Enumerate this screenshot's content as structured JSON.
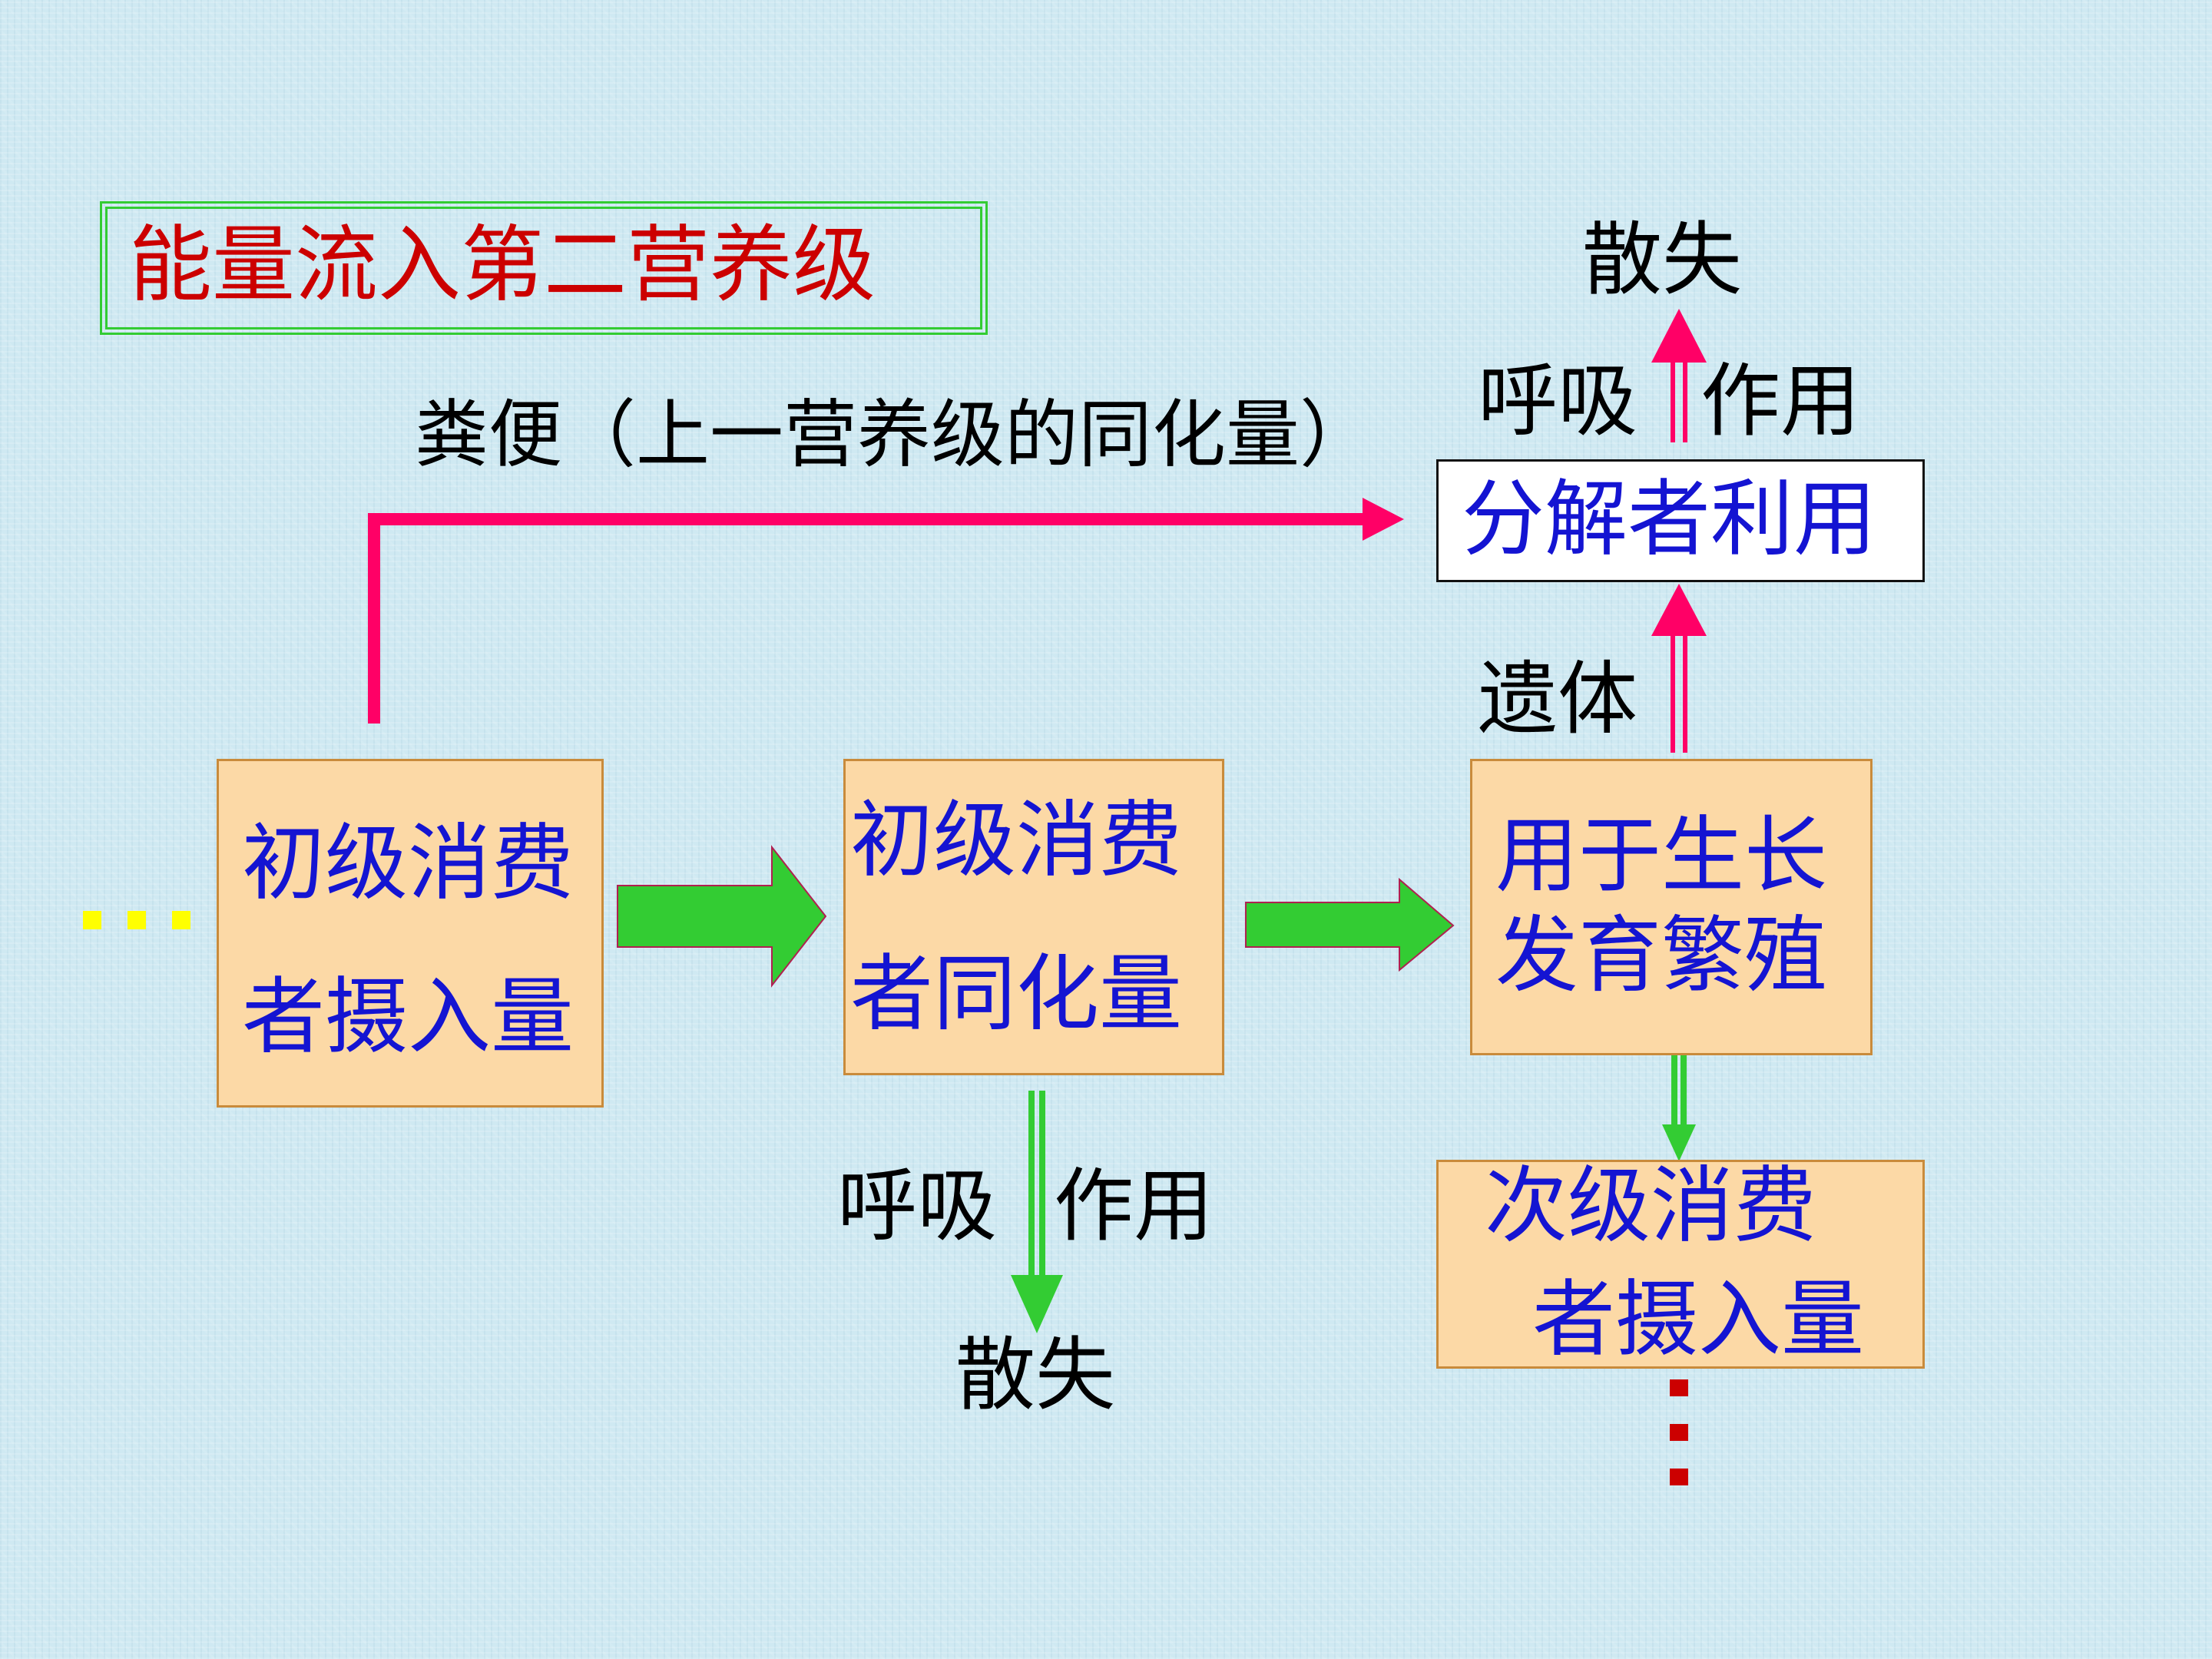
{
  "title": "能量流入第二营养级",
  "feces_label": "粪便（上一营养级的同化量）",
  "boxes": {
    "primary_intake": [
      "初级消费",
      "者摄入量"
    ],
    "primary_assimilation": [
      "初级消费",
      "者同化量"
    ],
    "growth": [
      "用于生长",
      "发育繁殖"
    ],
    "decomposer": "分解者利用",
    "secondary_intake": [
      "次级消费",
      "者摄入量"
    ]
  },
  "labels": {
    "respiration_left_bottom": "呼吸",
    "respiration_right_bottom": "作用",
    "dissipation_bottom": "散失",
    "respiration_left_top": "呼吸",
    "respiration_right_top": "作用",
    "dissipation_top": "散失",
    "remains": "遗体"
  },
  "colors": {
    "title": "#cc0000",
    "box_text": "#1414d2",
    "box_fill": "#fcd9a6",
    "pink_arrow": "#ff0066",
    "green_arrow": "#33cc33",
    "title_border": "#33cc33"
  }
}
